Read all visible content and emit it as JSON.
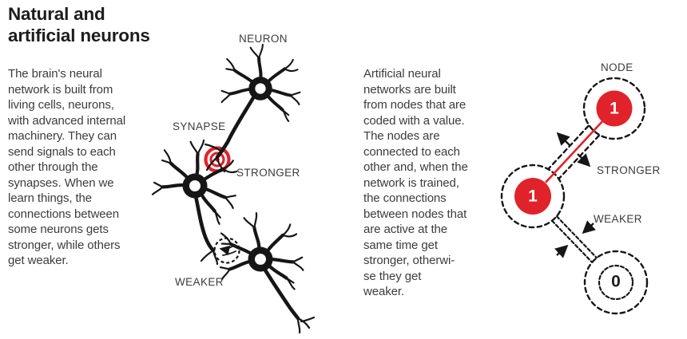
{
  "header": {
    "title": "Natural and\nartificial neurons"
  },
  "natural_section": {
    "paragraph": "The brain's neural\nnetwork is built from\nliving cells, neurons,\nwith advanced internal\nmachinery. They can\nsend signals to each\nother through the\nsynapses. When we\nlearn things, the\nconnections between\nsome neurons gets\nstronger, while others\nget weaker.",
    "labels": {
      "neuron": "NEURON",
      "synapse": "SYNAPSE",
      "stronger": "STRONGER",
      "weaker": "WEAKER"
    }
  },
  "artificial_section": {
    "paragraph": "Artificial neural\nnetworks are built\nfrom nodes that are\ncoded with a value.\nThe nodes are\nconnected to each\nother and, when the\nnetwork is trained,\nthe connections\nbetween nodes that\nare active at the\nsame time get\nstronger, otherwi-\nse they get\nweaker.",
    "labels": {
      "node": "NODE",
      "stronger": "STRONGER",
      "weaker": "WEAKER"
    },
    "nodes": [
      {
        "value": "1"
      },
      {
        "value": "1"
      },
      {
        "value": "0"
      }
    ]
  },
  "colors": {
    "accent_red": "#e0232a",
    "ink": "#161616",
    "body_text": "#3c3c3b"
  }
}
